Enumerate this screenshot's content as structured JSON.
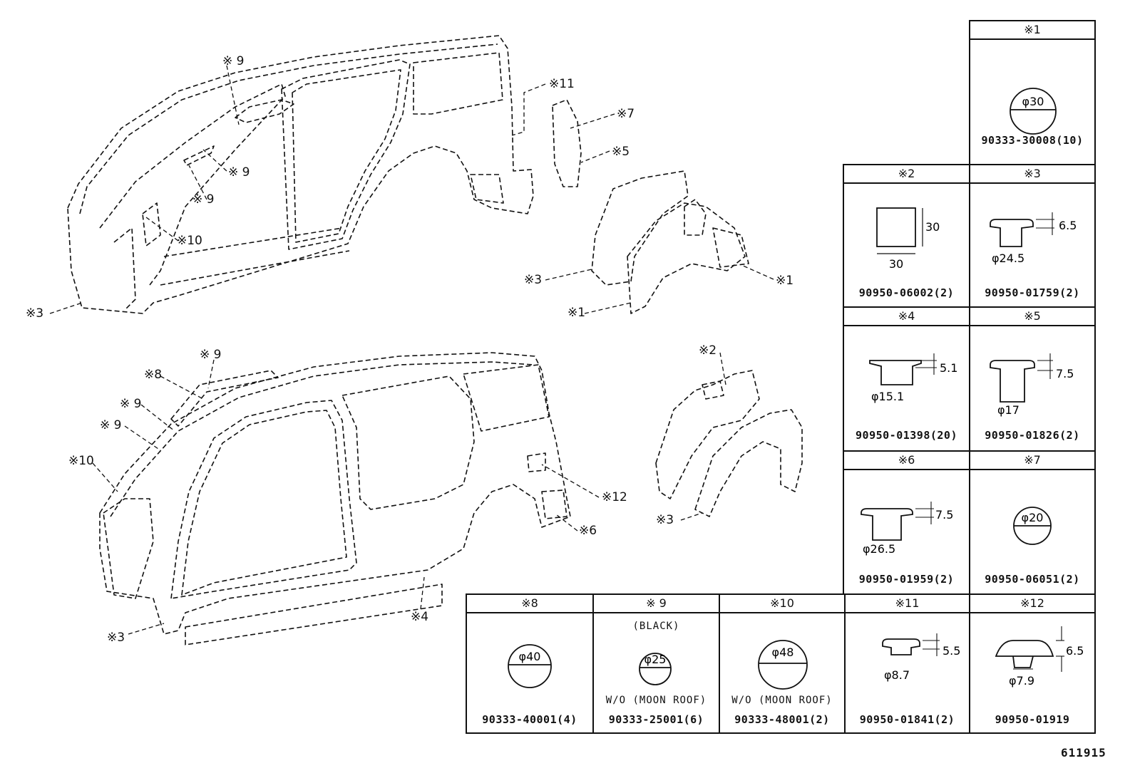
{
  "diagram": {
    "callouts": {
      "upper": [
        "※ 9",
        "※11",
        "※7",
        "※5",
        "※ 9",
        "※ 9",
        "※10",
        "※3",
        "※3",
        "※1",
        "※1"
      ],
      "lower": [
        "※2",
        "※ 9",
        "※8",
        "※ 9",
        "※ 9",
        "※10",
        "※12",
        "※6",
        "※3",
        "※4",
        "※3"
      ]
    }
  },
  "parts": [
    {
      "id": "p1",
      "header": "※1",
      "part_no": "90333-30008(10)",
      "shape": "cap-plug",
      "dim": "φ30"
    },
    {
      "id": "p2",
      "header": "※2",
      "part_no": "90950-06002(2)",
      "shape": "square-tape",
      "dim_w": "30",
      "dim_h": "30"
    },
    {
      "id": "p3",
      "header": "※3",
      "part_no": "90950-01759(2)",
      "shape": "hole-plug",
      "dim_h": "6.5",
      "dim_d": "φ24.5"
    },
    {
      "id": "p4",
      "header": "※4",
      "part_no": "90950-01398(20)",
      "shape": "hole-plug",
      "dim_h": "5.1",
      "dim_d": "φ15.1"
    },
    {
      "id": "p5",
      "header": "※5",
      "part_no": "90950-01826(2)",
      "shape": "hole-plug",
      "dim_h": "7.5",
      "dim_d": "φ17"
    },
    {
      "id": "p6",
      "header": "※6",
      "part_no": "90950-01959(2)",
      "shape": "hole-plug",
      "dim_h": "7.5",
      "dim_d": "φ26.5"
    },
    {
      "id": "p7",
      "header": "※7",
      "part_no": "90950-06051(2)",
      "shape": "cap-plug",
      "dim": "φ20"
    },
    {
      "id": "p8",
      "header": "※8",
      "part_no": "90333-40001(4)",
      "shape": "cap-plug",
      "dim": "φ40"
    },
    {
      "id": "p9",
      "header": "※ 9",
      "part_no": "90333-25001(6)",
      "shape": "cap-plug",
      "dim": "φ25",
      "note_top": "(BLACK)",
      "note_bottom": "W/O (MOON ROOF)"
    },
    {
      "id": "p10",
      "header": "※10",
      "part_no": "90333-48001(2)",
      "shape": "cap-plug",
      "dim": "φ48",
      "note_bottom": "W/O (MOON ROOF)"
    },
    {
      "id": "p11",
      "header": "※11",
      "part_no": "90950-01841(2)",
      "shape": "hole-plug",
      "dim_h": "5.5",
      "dim_d": "φ8.7"
    },
    {
      "id": "p12",
      "header": "※12",
      "part_no": "90950-01919",
      "shape": "grommet",
      "dim_h": "6.5",
      "dim_d": "φ7.9"
    }
  ],
  "document_number": "611915",
  "colors": {
    "line": "#111111",
    "background": "#ffffff"
  }
}
